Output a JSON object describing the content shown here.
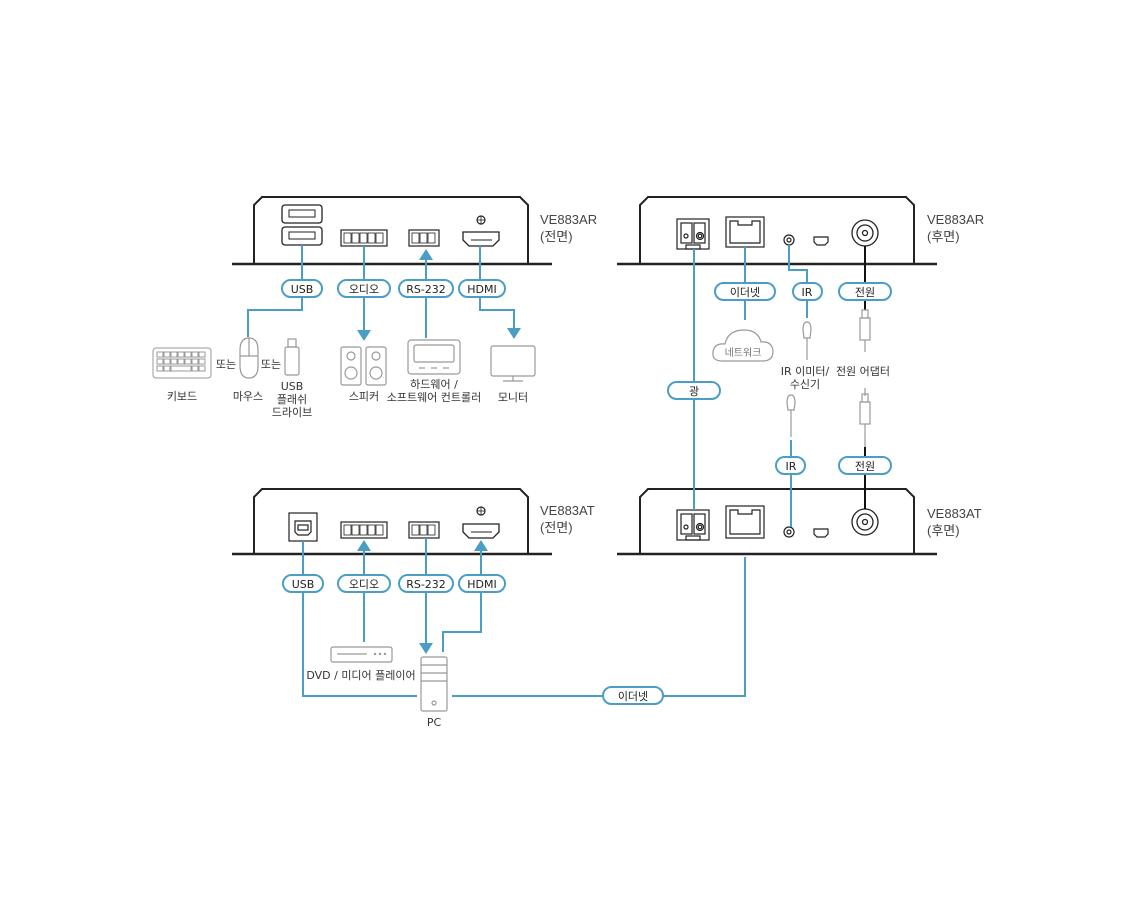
{
  "colors": {
    "cable": "#4a9ec4",
    "black_cable": "#111111",
    "device_outline": "#222222",
    "peripheral": "#999999",
    "text": "#333333"
  },
  "devices": {
    "ar_front": {
      "model": "VE883AR",
      "side": "(전면)"
    },
    "ar_rear": {
      "model": "VE883AR",
      "side": "(후면)"
    },
    "at_front": {
      "model": "VE883AT",
      "side": "(전면)"
    },
    "at_rear": {
      "model": "VE883AT",
      "side": "(후면)"
    }
  },
  "ports": {
    "usb": "USB",
    "audio": "오디오",
    "rs232": "RS-232",
    "hdmi": "HDMI",
    "ethernet": "이더넷",
    "ir": "IR",
    "power": "전원",
    "fiber": "광"
  },
  "peripherals": {
    "keyboard": "키보드",
    "or1": "또는",
    "mouse": "마우스",
    "or2": "또는",
    "usb_flash": [
      "USB",
      "플래쉬",
      "드라이브"
    ],
    "speaker": "스피커",
    "controller": [
      "하드웨어 /",
      "소프트웨어 컨트롤러"
    ],
    "monitor": "모니터",
    "network": "네트워크",
    "ir_device": [
      "IR 이미터/",
      "수신기"
    ],
    "power_adapter": "전원 어댑터",
    "dvd": "DVD / 미디어 플레이어",
    "pc": "PC"
  }
}
